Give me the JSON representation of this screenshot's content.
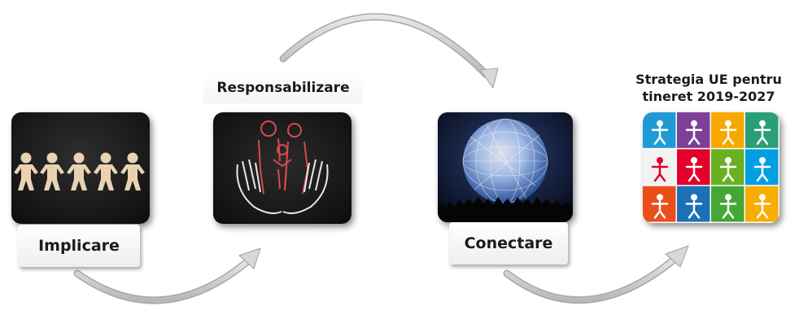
{
  "steps": [
    {
      "label": "Implicare",
      "image": "paper-chain-people"
    },
    {
      "label": "Responsabilizare",
      "image": "family-in-hands"
    },
    {
      "label": "Conectare",
      "image": "network-globe-crowd"
    },
    {
      "label": "Strategia UE pentru",
      "label_line2": "tineret 2019-2027",
      "image": "youth-goals-icons"
    }
  ],
  "colors": {
    "arrow": "#c9c9c9",
    "youth_goal_tiles": [
      "#1f9ad6",
      "#7d3f98",
      "#f6a800",
      "#2a9e76",
      "#f2f2f2",
      "#e4002b",
      "#6ab023",
      "#009fe3",
      "#e94e1b",
      "#1d70b7",
      "#45a735",
      "#f8ad00"
    ]
  }
}
